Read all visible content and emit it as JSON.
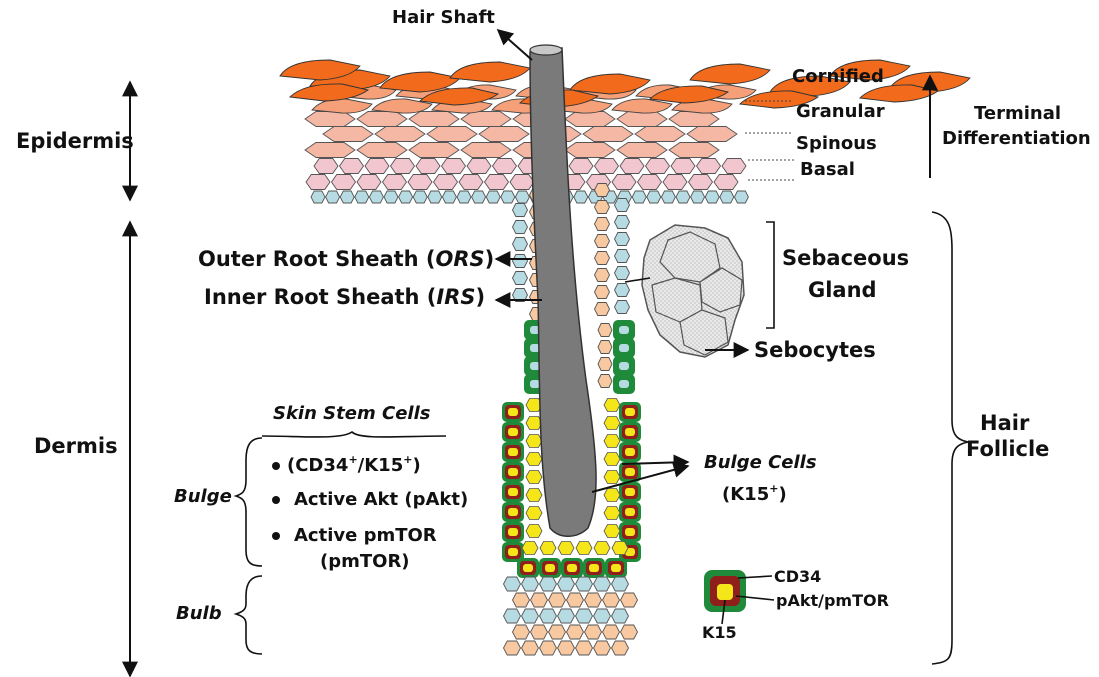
{
  "colors": {
    "cornified": "#f26a1b",
    "granular": "#f6a07a",
    "spinous": "#f5b8a4",
    "basal": "#f2c6cf",
    "basal_blue": "#b7dbe3",
    "irs": "#f8c9a0",
    "bulge_yellow": "#f5e61a",
    "k15_ring": "#8f1f1a",
    "cd34_ring": "#1f8a3a",
    "hair": "#7a7a7a",
    "sebaceous": "#e5e5e5"
  },
  "labels": {
    "hair_shaft": "Hair Shaft",
    "epidermis": "Epidermis",
    "dermis": "Dermis",
    "cornified": "Cornified",
    "granular": "Granular",
    "spinous": "Spinous",
    "basal": "Basal",
    "terminal_1": "Terminal",
    "terminal_2": "Differentiation",
    "ors_main": "Outer Root Sheath (",
    "ors_abbr": "ORS",
    "ors_close": ")",
    "irs_main": "Inner Root Sheath (",
    "irs_abbr": "IRS",
    "irs_close": ")",
    "sebaceous_1": "Sebaceous",
    "sebaceous_2": "Gland",
    "sebocytes": "Sebocytes",
    "hair_follicle_1": "Hair",
    "hair_follicle_2": "Follicle",
    "stem_cells": "Skin Stem Cells",
    "bullet_1_a": "(CD34",
    "bullet_1_sup1": "+",
    "bullet_1_b": "/K15",
    "bullet_1_sup2": "+",
    "bullet_1_c": ")",
    "bullet_2": "Active Akt (pAkt)",
    "bullet_3_a": "Active pmTOR",
    "bullet_3_b": "(pmTOR)",
    "bulge": "Bulge",
    "bulb": "Bulb",
    "bulge_cells": "Bulge Cells",
    "k15_paren_a": "(K15",
    "k15_paren_sup": "+",
    "k15_paren_b": ")",
    "legend_cd34": "CD34",
    "legend_pakt": "pAkt/pmTOR",
    "legend_k15": "K15"
  }
}
